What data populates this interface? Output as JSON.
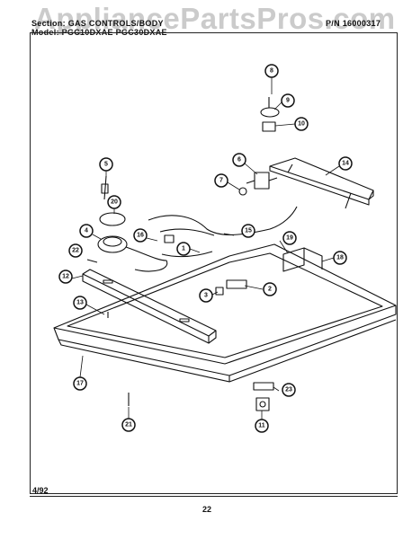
{
  "header": {
    "section": "Section: GAS CONTROLS/BODY",
    "model": "Model: PGC10DXAE   PGC30DXAE",
    "part_number": "P/N 16000317"
  },
  "watermark": "AppliancePartsPros.com",
  "footer": {
    "date": "4/92",
    "page": "22"
  },
  "callouts": [
    "1",
    "2",
    "3",
    "4",
    "5",
    "6",
    "7",
    "8",
    "9",
    "10",
    "11",
    "12",
    "13",
    "14",
    "15",
    "16",
    "17",
    "18",
    "19",
    "20",
    "21",
    "22",
    "23"
  ]
}
